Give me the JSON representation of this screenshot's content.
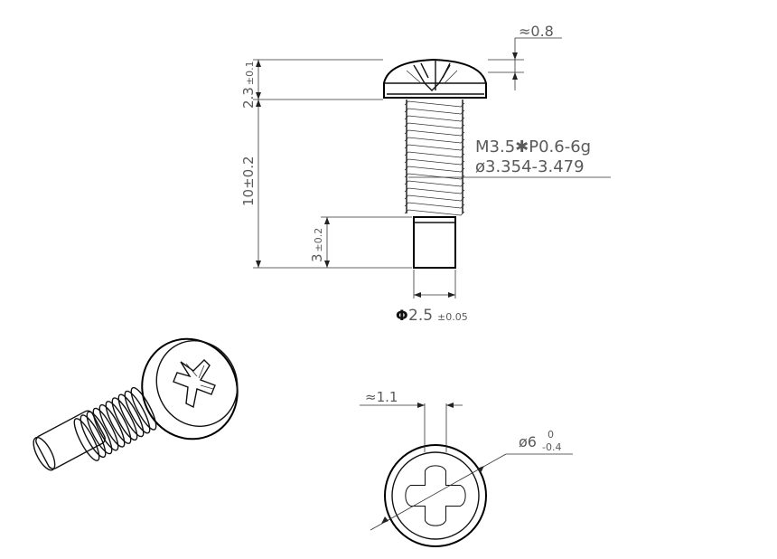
{
  "annotations": {
    "head_gap": "≈0.8",
    "head_height": "2.3",
    "head_height_tol": "±0.1",
    "length": "10±0.2",
    "unthreaded": "3",
    "unthreaded_tol": "±0.2",
    "thread_spec": "M3.5✱P0.6-6g",
    "thread_dia": "ø3.354-3.479",
    "tip_symbol": "Φ",
    "tip_dia": "2.5",
    "tip_tol": "±0.05",
    "slot_width": "≈1.1",
    "head_dia": "ø6",
    "head_dia_upper": "0",
    "head_dia_lower": "-0.4"
  },
  "colors": {
    "line": "#111111",
    "dimension": "#555555"
  }
}
